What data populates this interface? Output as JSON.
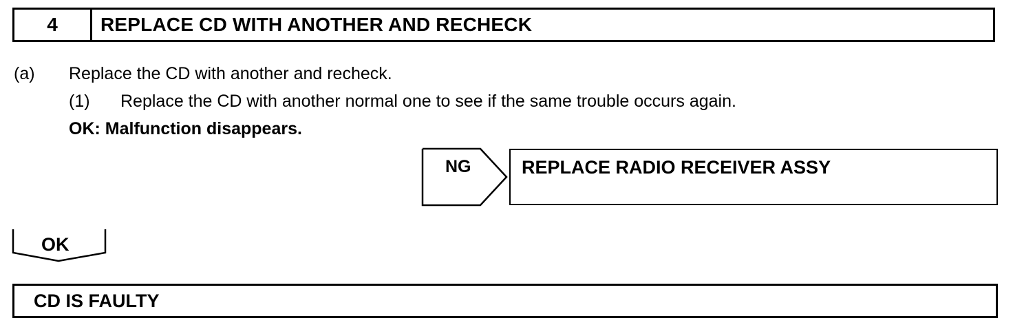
{
  "step": {
    "number": "4",
    "title": "REPLACE CD WITH ANOTHER AND RECHECK"
  },
  "instructions": {
    "a_label": "(a)",
    "a_text": "Replace the CD with another and recheck.",
    "sub1_label": "(1)",
    "sub1_text": "Replace the CD with another normal one to see if the same trouble occurs again.",
    "ok_criteria": "OK: Malfunction disappears."
  },
  "ng_branch": {
    "label": "NG",
    "result": "REPLACE RADIO RECEIVER ASSY"
  },
  "ok_branch": {
    "label": "OK",
    "result": "CD IS FAULTY"
  }
}
